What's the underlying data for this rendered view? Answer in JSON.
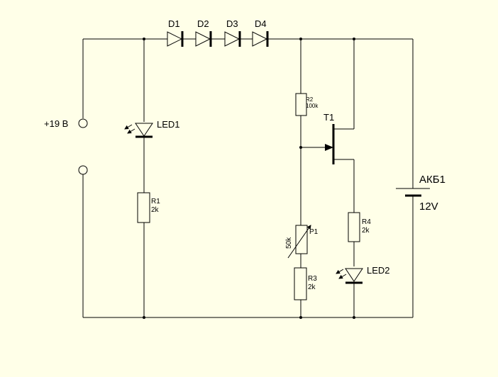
{
  "colors": {
    "background": "#FFFFE8",
    "line": "#000000"
  },
  "source": {
    "label": "+19 В"
  },
  "diodes": [
    {
      "label": "D1"
    },
    {
      "label": "D2"
    },
    {
      "label": "D3"
    },
    {
      "label": "D4"
    }
  ],
  "led1": {
    "label": "LED1"
  },
  "r1": {
    "label": "R1",
    "value": "2k"
  },
  "r2": {
    "label": "R2",
    "value": "100k"
  },
  "t1": {
    "label": "T1"
  },
  "p1": {
    "label": "P1",
    "value": "50k"
  },
  "r3": {
    "label": "R3",
    "value": "2k"
  },
  "r4": {
    "label": "R4",
    "value": "2k"
  },
  "led2": {
    "label": "LED2"
  },
  "battery": {
    "label": "АКБ1",
    "voltage": "12V"
  }
}
